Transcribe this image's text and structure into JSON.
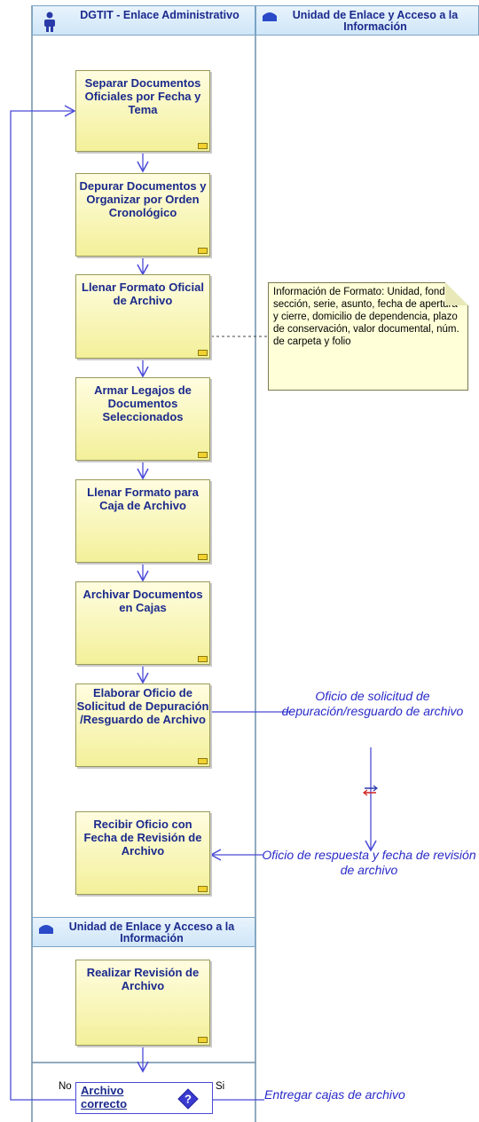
{
  "lanes": {
    "lane1_title": "DGTIT - Enlace Administrativo",
    "lane2_title": "Unidad de Enlace y Acceso a la Información",
    "lane3_title": "Unidad de Enlace y Acceso a la Información"
  },
  "activities": [
    {
      "label": "Separar Documentos Oficiales por Fecha y Tema"
    },
    {
      "label": "Depurar Documentos y Organizar por Orden Cronológico"
    },
    {
      "label": "Llenar Formato Oficial de Archivo"
    },
    {
      "label": "Armar Legajos de Documentos Seleccionados"
    },
    {
      "label": "Llenar Formato para Caja de Archivo"
    },
    {
      "label": "Archivar Documentos en Cajas"
    },
    {
      "label": "Elaborar Oficio de Solicitud de Depuración /Resguardo de Archivo"
    },
    {
      "label": "Recibir Oficio con Fecha de Revisión de Archivo"
    },
    {
      "label": "Realizar Revisión de Archivo"
    }
  ],
  "note": {
    "text": "Información de Formato: Unidad, fondo, sección, serie, asunto, fecha de apertura y cierre, domicilio de dependencia, plazo de conservación, valor documental, núm. de carpeta y folio"
  },
  "messages": {
    "outgoing": "Oficio de solicitud de depuración/resguardo de archivo",
    "incoming": "Oficio de respuesta y fecha de revisión de archivo",
    "deliver": "Entregar cajas de archivo"
  },
  "decision": {
    "label": "Archivo correcto",
    "no_label": "No",
    "yes_label": "Si",
    "icon": "question-diamond-icon"
  },
  "colors": {
    "text_blue": "#1b2a8c",
    "arrow_blue": "#4a4ad8",
    "message_blue": "#2a2ac8",
    "activity_fill": "#f7f4b0",
    "lane_header_fill": "#d7ebfa"
  }
}
